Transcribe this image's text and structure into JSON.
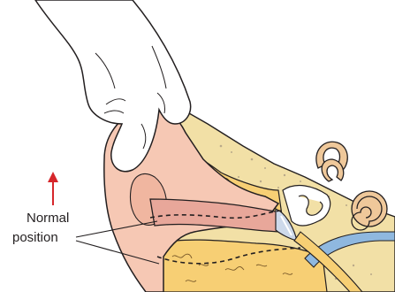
{
  "labels": {
    "line1": "Normal",
    "line2": "position"
  },
  "colors": {
    "skin": "#f6c8b4",
    "canal_lining": "#e8a79a",
    "bone": "#f2e0a6",
    "tissue": "#f7cf74",
    "cochlea": "#efc89a",
    "nerve": "#8fb8df",
    "eardrum": "#cdd9ea",
    "outline": "#231f20",
    "arrow": "#d6262b"
  },
  "icons": {
    "arrow": "up-arrow",
    "hand": "pulling-hand"
  }
}
